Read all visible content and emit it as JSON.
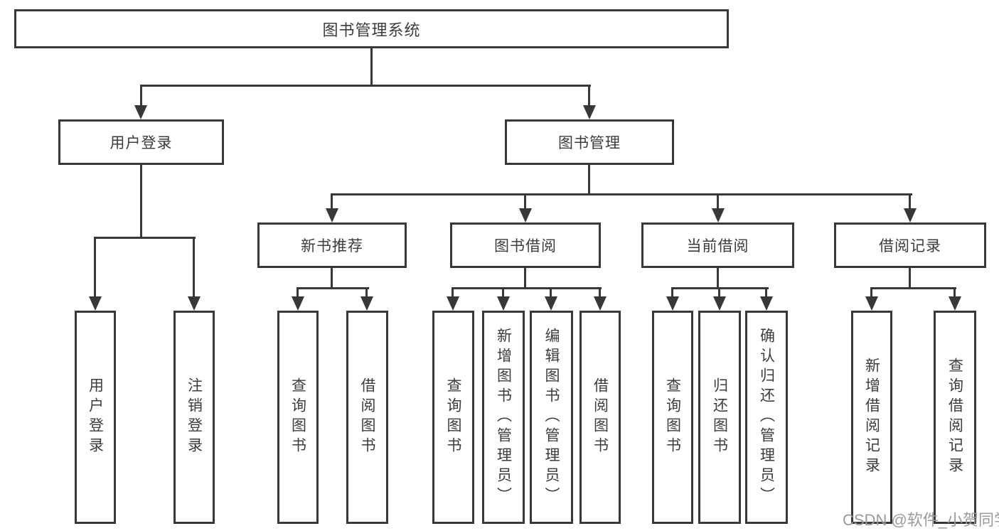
{
  "diagram_title": "图书管理系统",
  "tree": {
    "label": "图书管理系统",
    "children": [
      {
        "label": "用户登录",
        "children": [
          {
            "label": "用户登录"
          },
          {
            "label": "注销登录"
          }
        ]
      },
      {
        "label": "图书管理",
        "children": [
          {
            "label": "新书推荐",
            "children": [
              {
                "label": "查询图书"
              },
              {
                "label": "借阅图书"
              }
            ]
          },
          {
            "label": "图书借阅",
            "children": [
              {
                "label": "查询图书"
              },
              {
                "label": "新增图书（管理员）"
              },
              {
                "label": "编辑图书（管理员）"
              },
              {
                "label": "借阅图书"
              }
            ]
          },
          {
            "label": "当前借阅",
            "children": [
              {
                "label": "查询图书"
              },
              {
                "label": "归还图书"
              },
              {
                "label": "确认归还（管理员）"
              }
            ]
          },
          {
            "label": "借阅记录",
            "children": [
              {
                "label": "新增借阅记录"
              },
              {
                "label": "查询借阅记录"
              }
            ]
          }
        ]
      }
    ]
  },
  "watermark": "CSDN @软件_小贺同学",
  "colors": {
    "line": "#383838",
    "text": "#3c3c3c",
    "watermark": "#9b9b9b",
    "background": "#ffffff"
  }
}
